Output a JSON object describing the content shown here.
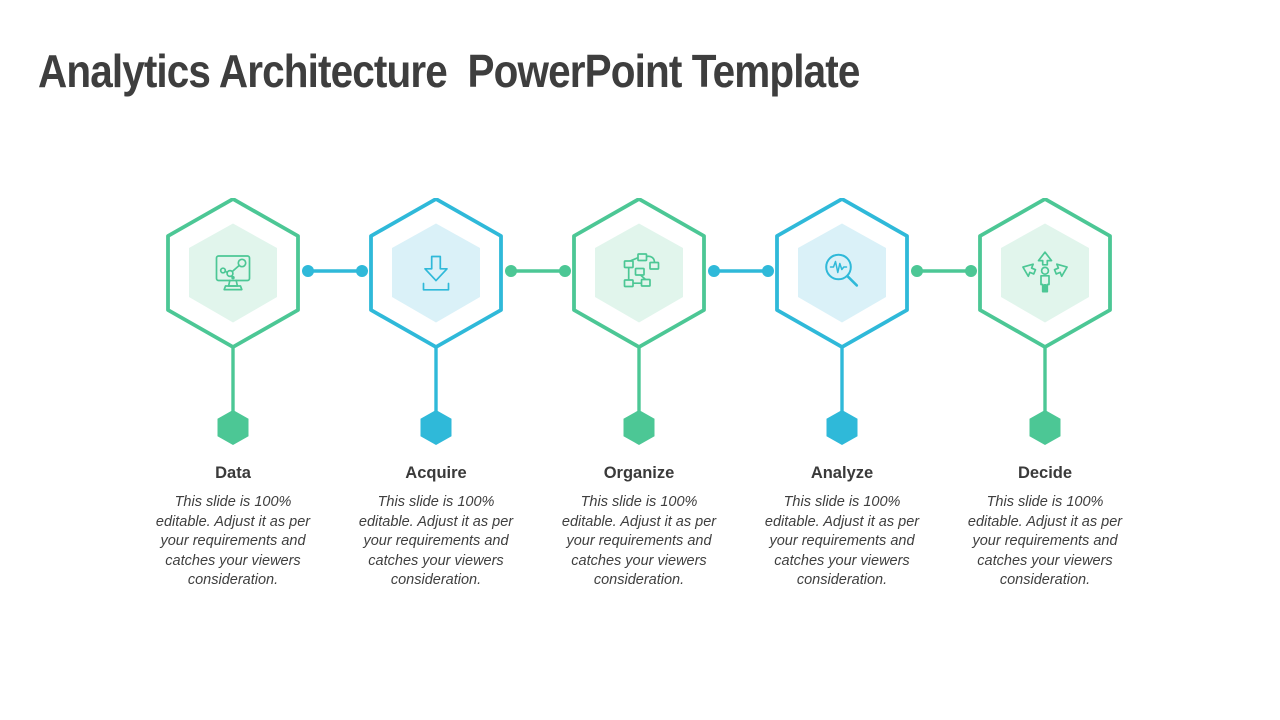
{
  "slide": {
    "title": "Analytics Architecture  PowerPoint Template"
  },
  "palette": {
    "green": "#4cc795",
    "cyan": "#2fb9d9",
    "green_tint": "#e1f5ec",
    "cyan_tint": "#daf1f8",
    "title_color": "#3e3e3e",
    "heading_color": "#3a3a3a",
    "body_text_color": "#3f3f3f"
  },
  "columns": [
    {
      "title": "Data",
      "body": "This slide is 100% editable. Adjust it as per your requirements and catches your viewers consideration.",
      "icon": "monitor-chart-icon",
      "accent": "green"
    },
    {
      "title": "Acquire",
      "body": "This slide is 100% editable. Adjust it as per your requirements and catches your viewers consideration.",
      "icon": "download-icon",
      "accent": "cyan"
    },
    {
      "title": "Organize",
      "body": "This slide is 100% editable. Adjust it as per your requirements and catches your viewers consideration.",
      "icon": "flowchart-icon",
      "accent": "green"
    },
    {
      "title": "Analyze",
      "body": "This slide is 100% editable. Adjust it as per your requirements and catches your viewers consideration.",
      "icon": "magnifier-waveform-icon",
      "accent": "cyan"
    },
    {
      "title": "Decide",
      "body": "This slide is 100% editable. Adjust it as per your requirements and catches your viewers consideration.",
      "icon": "decision-person-icon",
      "accent": "green"
    }
  ],
  "connectors": [
    {
      "color": "cyan"
    },
    {
      "color": "green"
    },
    {
      "color": "cyan"
    },
    {
      "color": "green"
    }
  ]
}
